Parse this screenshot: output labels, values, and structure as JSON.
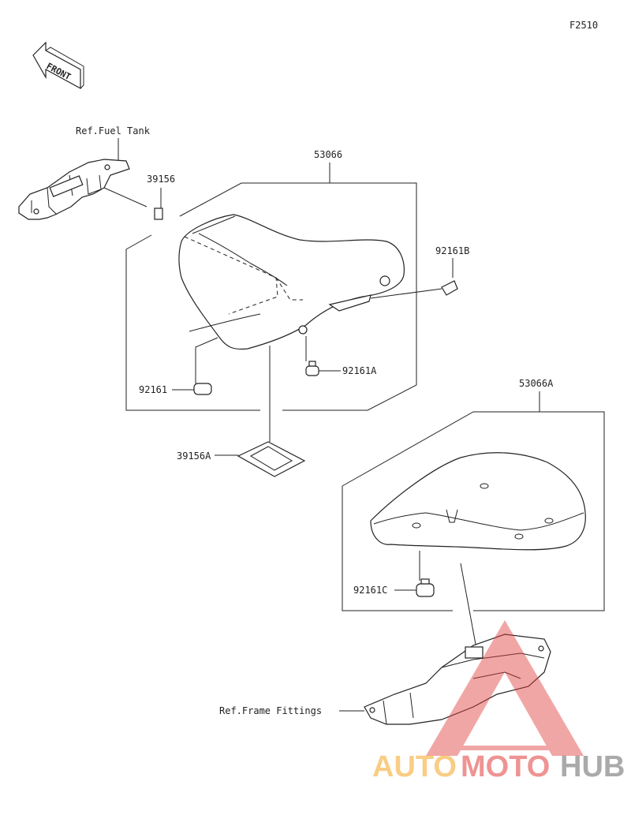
{
  "diagram_code": "F2510",
  "front_label": "FRONT",
  "labels": {
    "ref_fuel_tank": "Ref.Fuel Tank",
    "p39156": "39156",
    "p53066": "53066",
    "p92161B": "92161B",
    "p92161A": "92161A",
    "p92161": "92161",
    "p39156A": "39156A",
    "p53066A": "53066A",
    "p92161C": "92161C",
    "ref_frame_fittings": "Ref.Frame Fittings"
  },
  "watermark": {
    "part1": "AUTO",
    "part2": "MOTO",
    "part3": "HUB",
    "color_orange": "#f5a623",
    "color_red": "#e23b3b",
    "color_gray": "#666666"
  }
}
